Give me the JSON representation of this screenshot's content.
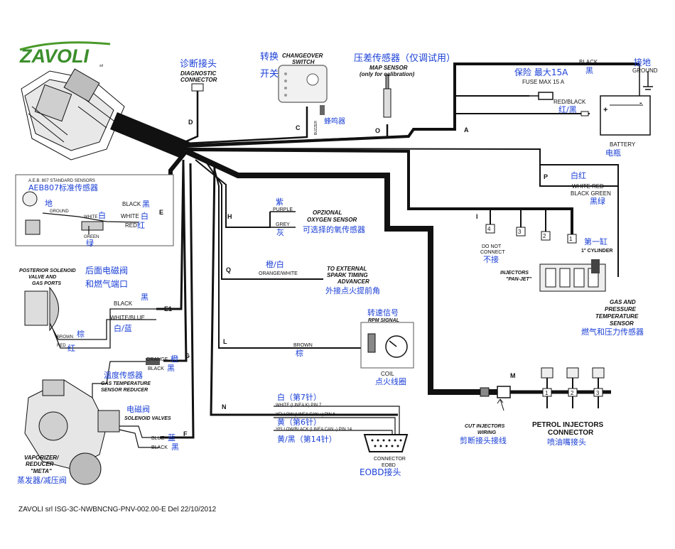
{
  "logo": {
    "text": "ZAVOLI",
    "small": "srl"
  },
  "footer": "ZAVOLI srl   ISG-3C-NWBNCNG-PNV-002.00-E  Del 22/10/2012",
  "connectors": {
    "A": "A",
    "C": "C",
    "D": "D",
    "E": "E",
    "E1": "E1",
    "F": "F",
    "G": "G",
    "H": "H",
    "I": "I",
    "L": "L",
    "M": "M",
    "N": "N",
    "O": "O",
    "P": "P",
    "Q": "Q"
  },
  "diag": {
    "cn": "诊断接头",
    "l1": "DIAGNOSTIC",
    "l2": "CONNECTOR"
  },
  "switch": {
    "cn1": "转换",
    "cn2": "开关",
    "l1": "CHANGEOVER",
    "l2": "SWITCH",
    "buzzer": "BUZZER",
    "buzzer_cn": "蜂鸣器"
  },
  "map": {
    "cn": "压差传感器（仅调试用）",
    "l1": "MAP SENSOR",
    "l2": "(only for calibration)"
  },
  "ground": {
    "cn": "接地",
    "en": "GROUND"
  },
  "battery": {
    "black": "BLACK",
    "black_cn": "黑",
    "fuse_cn": "保险  最大15A",
    "fuse": "FUSE MAX 15 A",
    "redblack": "RED/BLACK",
    "redblack_cn": "红/黑",
    "plus": "+",
    "minus": "-",
    "en": "BATTERY",
    "cn": "电瓶"
  },
  "p": {
    "cn1": "白红",
    "en1": "WHITE RED",
    "en2": "BLACK GREEN",
    "cn2": "黑绿"
  },
  "aeb": {
    "title": "A.E.B. 807 STANDARD SENSORS",
    "cn": "AEB807标准传感器",
    "gnd_cn": "地",
    "gnd": "GROUND",
    "white": "WHITE",
    "white_cn": "白",
    "green": "GREEN",
    "green_cn": "绿"
  },
  "e": {
    "black": "BLACK",
    "black_cn": "黑",
    "white": "WHITE",
    "white_cn": "白",
    "red": "RED",
    "red_cn": "红"
  },
  "h": {
    "cn1": "紫",
    "purple": "PURPLE",
    "grey": "GREY",
    "cn2": "灰",
    "o1": "OPZIONAL",
    "o2": "OXYGEN SENSOR",
    "o_cn": "可选择的氧传感器"
  },
  "q": {
    "cn": "橙/白",
    "en": "ORANGE/WHITE",
    "t1": "TO EXTERNAL",
    "t2": "SPARK TIMING",
    "t3": "ADVANCER",
    "t_cn": "外接点火提前角"
  },
  "rpm": {
    "cn": "转速信号",
    "en": "RPM SIGNAL",
    "brown": "BROWN",
    "brown_cn": "棕",
    "coil": "COIL",
    "coil_cn": "点火线圈"
  },
  "injectors": {
    "nums": [
      "4",
      "3",
      "2",
      "1"
    ],
    "dnc1": "DO NOT",
    "dnc2": "CONNECT",
    "dnc_cn": "不接",
    "first_cn": "第一缸",
    "first": "1° CYLINDER",
    "inj1": "INJECTORS",
    "inj2": "\"PAN-JET\"",
    "gas1": "GAS AND",
    "gas2": "PRESSURE",
    "gas3": "TEMPERATURE",
    "gas4": "SENSOR",
    "gas_cn": "燃气和压力传感器"
  },
  "sol": {
    "t1": "POSTERIOR SOLENOID",
    "t2": "VALVE AND",
    "t3": "GAS PORTS",
    "cn1": "后面电磁阀",
    "cn2": "和燃气端口",
    "black": "BLACK",
    "black_cn": "黑",
    "wb": "WHITE/BLUE",
    "wb_cn": "白/蓝",
    "brown": "BROWN",
    "brown_cn": "棕",
    "red": "RED",
    "red_cn": "红"
  },
  "temp": {
    "orange": "ORANGE",
    "orange_cn": "橙",
    "black": "BLACK",
    "black_cn": "黑",
    "cn": "温度传感器",
    "l1": "GAS TEMPERATURE",
    "l2": "SENSOR REDUCER"
  },
  "valves": {
    "cn": "电磁阀",
    "en": "SOLENOID VALVES",
    "blue": "BLUE",
    "blue_cn": "蓝",
    "black": "BLACK",
    "black_cn": "黑"
  },
  "vap": {
    "l1": "VAPORIZER/",
    "l2": "REDUCER",
    "l3": "\"META\"",
    "cn": "蒸发器/减压阀"
  },
  "obd": {
    "cn1": "白（第7针）",
    "l1": "WHITE (LINEA K) PIN 7",
    "l2": "YELLOW (LINEA CAN +) PIN 6",
    "cn2": "黄（第6针）",
    "l3": "YELLOW/BLACK (LINEA CAN -) PIN 14",
    "cn3": "黄/黑（第14针）",
    "c1": "CONNECTOR",
    "c2": "EOBD",
    "c_cn": "EOBD接头"
  },
  "cut": {
    "l1": "CUT INJECTORS",
    "l2": "WIRING",
    "cn": "剪断接头接线"
  },
  "petrol": {
    "nums": [
      "1",
      "2",
      "3"
    ],
    "l1": "PETROL INJECTORS",
    "l2": "CONNECTOR",
    "cn": "喷油嘴接头"
  }
}
